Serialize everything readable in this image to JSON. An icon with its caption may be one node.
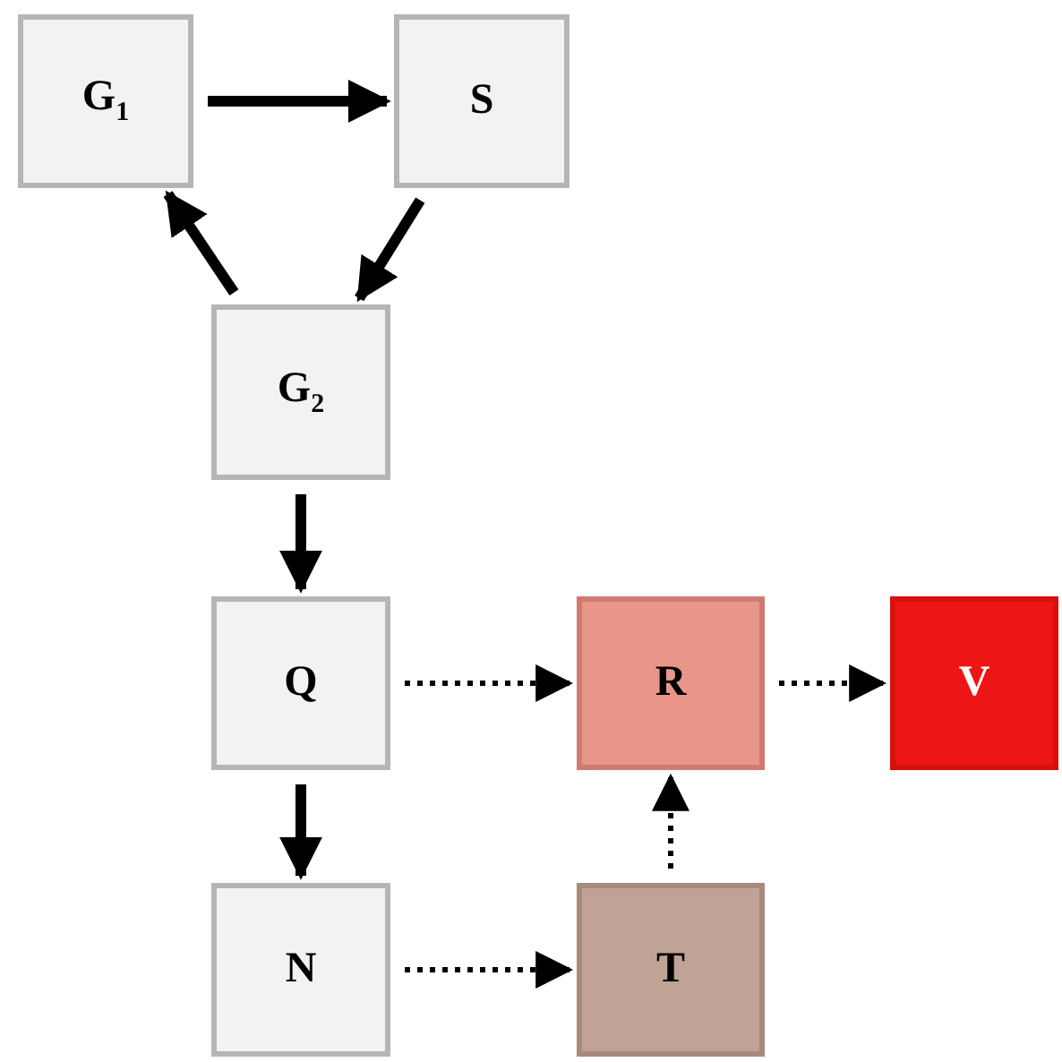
{
  "diagram": {
    "nodes": [
      {
        "text": [
          "G$_{1}$"
        ]
      },
      {
        "text": [
          "S"
        ]
      },
      {
        "text": [
          "G$_{2}$"
        ]
      },
      {
        "text": [
          "Q"
        ]
      },
      {
        "text": [
          "R"
        ]
      },
      {
        "text": [
          "V"
        ]
      },
      {
        "text": [
          "N"
        ]
      },
      {
        "text": [
          "T"
        ]
      }
    ],
    "edges": [
      {
        "from": 0,
        "to": 1,
        "arrow": "to"
      },
      {
        "from": 1,
        "to": 2,
        "arrow": "to"
      },
      {
        "from": 2,
        "to": 0,
        "arrow": "to"
      },
      {
        "from": 2,
        "to": 3,
        "arrow": "to"
      },
      {
        "from": 3,
        "to": 6,
        "arrow": "to"
      },
      {
        "from": 3,
        "to": 4,
        "arrow": "to",
        "style": "dashed"
      },
      {
        "from": 4,
        "to": 5,
        "arrow": "to",
        "style": "dashed"
      },
      {
        "from": 6,
        "to": 7,
        "arrow": "to",
        "style": "dashed"
      },
      {
        "from": 7,
        "to": 4,
        "arrow": "to",
        "style": "dashed"
      }
    ]
  }
}
